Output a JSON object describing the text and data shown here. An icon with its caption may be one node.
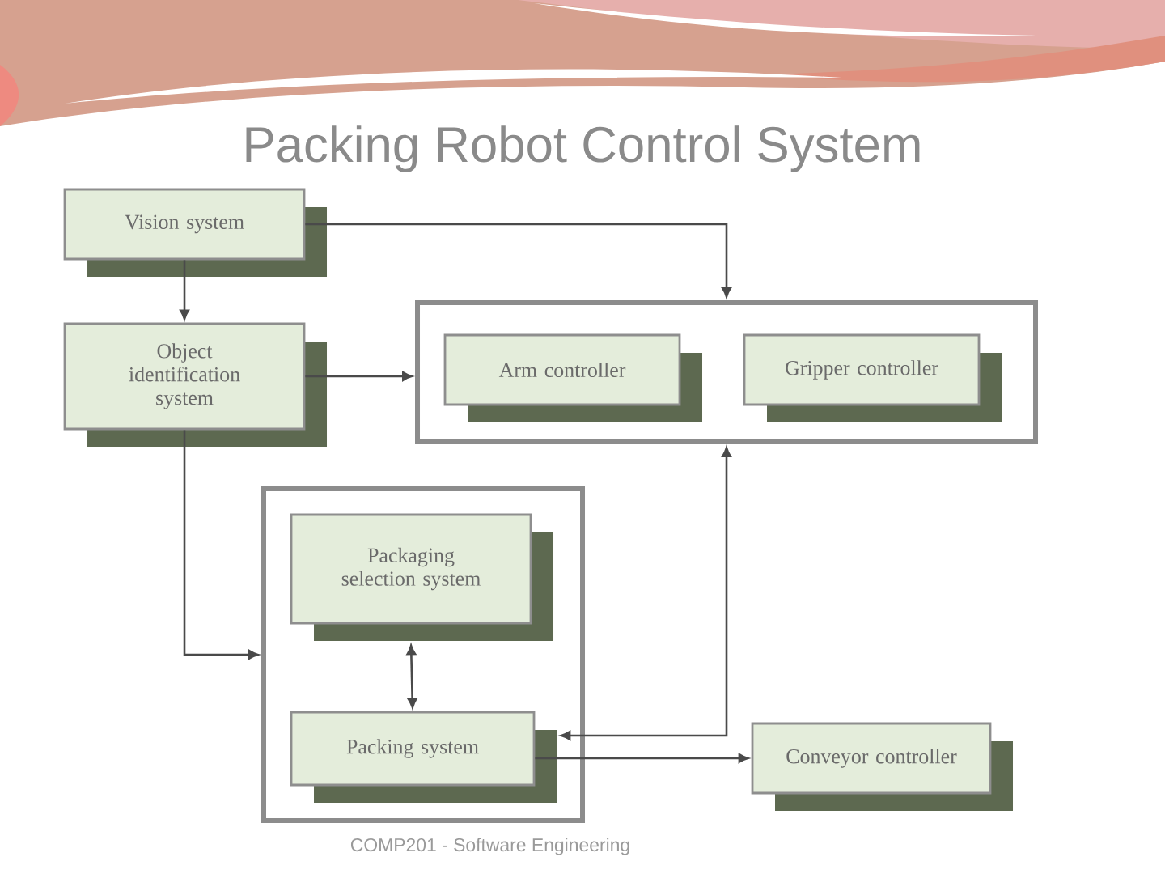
{
  "diagram": {
    "title": "Packing Robot Control System",
    "nodes": [
      {
        "text": [
          "Vision system"
        ]
      },
      {
        "text": [
          "Object identification system"
        ]
      },
      {
        "text": [],
        "shape": "box"
      },
      {
        "text": [
          "Arm controller"
        ],
        "in": 2
      },
      {
        "text": [
          "Gripper controller"
        ],
        "in": 2
      },
      {
        "text": [],
        "shape": "box"
      },
      {
        "text": [
          "Packaging selection system"
        ],
        "in": 5
      },
      {
        "text": [
          "Packing system"
        ],
        "in": 5
      },
      {
        "text": [
          "Conveyor controller"
        ]
      }
    ],
    "edges": [
      {
        "from": 0,
        "to": 1,
        "arrow": "to"
      },
      {
        "from": 0,
        "to": 2,
        "arrow": "to"
      },
      {
        "from": 1,
        "to": 2,
        "arrow": "to"
      },
      {
        "from": 1,
        "to": 5,
        "arrow": "to"
      },
      {
        "from": 6,
        "to": 7,
        "arrow": "both"
      },
      {
        "from": 7,
        "to": 2,
        "arrow": "both"
      },
      {
        "from": 7,
        "to": 8,
        "arrow": "to"
      }
    ],
    "labels": [
      "COMP201 - Software Engineering"
    ]
  }
}
